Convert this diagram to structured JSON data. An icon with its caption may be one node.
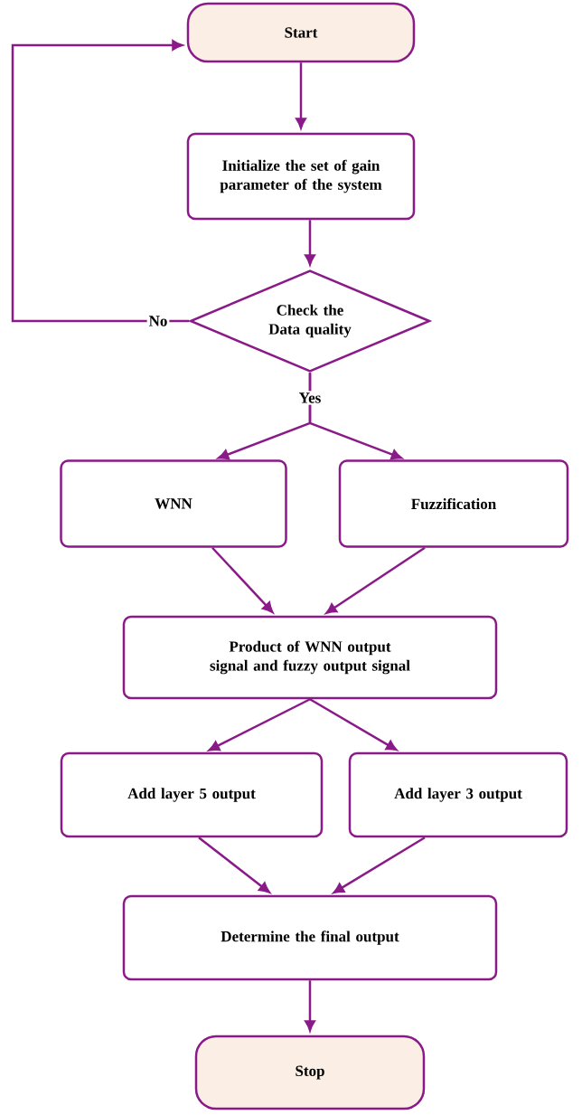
{
  "diagram": {
    "nodes": [
      {
        "text": [
          "Start"
        ]
      },
      {
        "text": [
          "Initialize the set of gain parameter of the system"
        ]
      },
      {
        "text": [
          "Check the Data quality"
        ]
      },
      {
        "text": [
          "WNN"
        ]
      },
      {
        "text": [
          "Fuzzification"
        ]
      },
      {
        "text": [
          "Product of WNN output signal and fuzzy output signal"
        ]
      },
      {
        "text": [
          "Add layer 5 output"
        ]
      },
      {
        "text": [
          "Add layer 3 output"
        ]
      },
      {
        "text": [
          "Determine the final output"
        ]
      },
      {
        "text": [
          "Stop"
        ]
      }
    ],
    "edges": [
      {
        "from": 0,
        "to": 1,
        "arrow": "to"
      },
      {
        "from": 1,
        "to": 2,
        "arrow": "to"
      },
      {
        "from": 2,
        "to": 0,
        "arrow": "to",
        "label": "No"
      },
      {
        "from": 2,
        "to": 3,
        "arrow": "to",
        "label": "Yes"
      },
      {
        "from": 2,
        "to": 4,
        "arrow": "to"
      },
      {
        "from": 3,
        "to": 5,
        "arrow": "to"
      },
      {
        "from": 4,
        "to": 5,
        "arrow": "to"
      },
      {
        "from": 5,
        "to": 6,
        "arrow": "to"
      },
      {
        "from": 5,
        "to": 7,
        "arrow": "to"
      },
      {
        "from": 6,
        "to": 8,
        "arrow": "to"
      },
      {
        "from": 7,
        "to": 8,
        "arrow": "to"
      },
      {
        "from": 8,
        "to": 9,
        "arrow": "to"
      }
    ]
  }
}
